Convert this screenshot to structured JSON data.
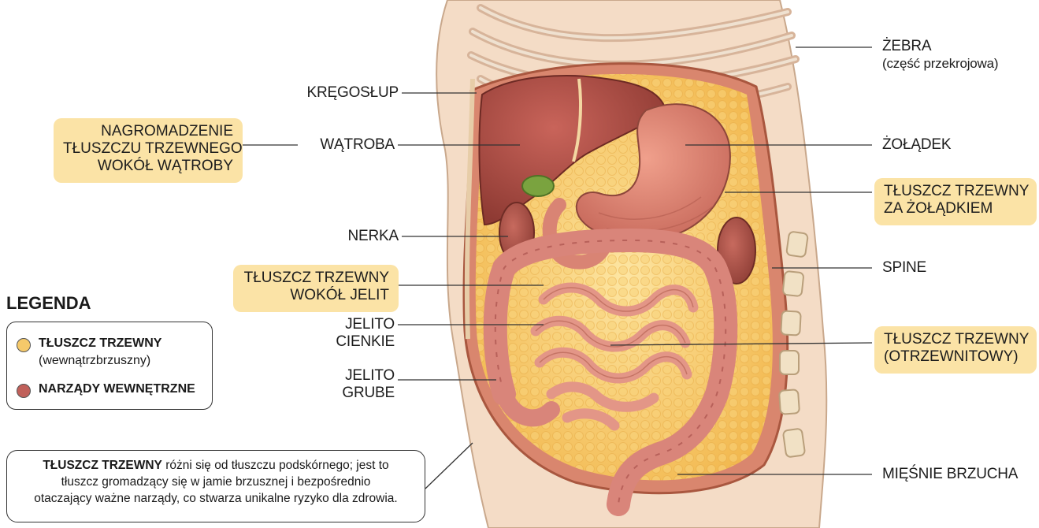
{
  "labels": {
    "zebra": "ŻEBRA",
    "zebra_sub": "(część przekrojowa)",
    "kregoslup": "KRĘGOSŁUP",
    "watroba": "WĄTROBA",
    "zoladek": "ŻOŁĄDEK",
    "nerka": "NERKA",
    "spine": "SPINE",
    "jelito_cienkie_1": "JELITO",
    "jelito_cienkie_2": "CIENKIE",
    "jelito_grube_1": "JELITO",
    "jelito_grube_2": "GRUBE",
    "miesnie": "MIĘŚNIE BRZUCHA"
  },
  "highlights": {
    "nagromadzenie": [
      "NAGROMADZENIE",
      "TŁUSZCZU TRZEWNEGO",
      "WOKÓŁ WĄTROBY"
    ],
    "za_zoladkiem": [
      "TŁUSZCZ TRZEWNY",
      "ZA ŻOŁĄDKIEM"
    ],
    "wokol_jelit": [
      "TŁUSZCZ TRZEWNY",
      "WOKÓŁ JELIT"
    ],
    "otrzewnitowy": [
      "TŁUSZCZ TRZEWNY",
      "(OTRZEWNITOWY)"
    ]
  },
  "legend": {
    "title": "LEGENDA",
    "item1_bold": "TŁUSZCZ TRZEWNY",
    "item1_sub": "(wewnątrzbrzuszny)",
    "item2_bold": "NARZĄDY WEWNĘTRZNE",
    "fat_color": "#f5c96a",
    "organ_color": "#c0605a"
  },
  "note": {
    "bold": "TŁUSZCZ TRZEWNY",
    "text1": " różni się od tłuszczu podskórnego; jest to",
    "text2": "tłuszcz gromadzący się w jamie brzusznej i bezpośrednio",
    "text3": "otaczający ważne narządy, co stwarza unikalne ryzyko dla zdrowia."
  }
}
